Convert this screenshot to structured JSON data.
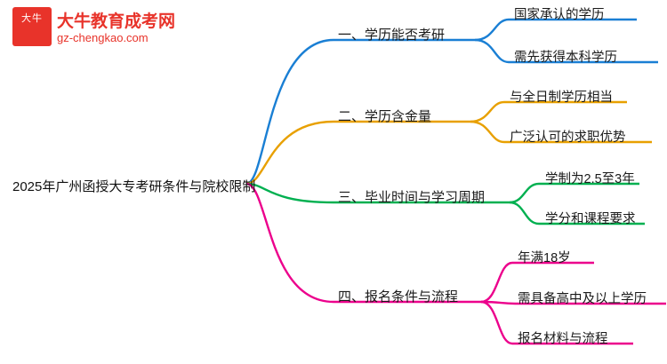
{
  "logo": {
    "mark_text": "大牛",
    "title": "大牛教育成考网",
    "subtitle": "gz-chengkao.com",
    "brand_color": "#e8332a"
  },
  "mindmap": {
    "root": "2025年广州函授大专考研条件与院校限制",
    "branches": [
      {
        "label": "一、学历能否考研",
        "color": "#1a7fd4",
        "children": [
          "国家承认的学历",
          "需先获得本科学历"
        ]
      },
      {
        "label": "二、学历含金量",
        "color": "#e8a000",
        "children": [
          "与全日制学历相当",
          "广泛认可的求职优势"
        ]
      },
      {
        "label": "三、毕业时间与学习周期",
        "color": "#00b050",
        "children": [
          "学制为2.5至3年",
          "学分和课程要求"
        ]
      },
      {
        "label": "四、报名条件与流程",
        "color": "#ec008c",
        "children": [
          "年满18岁",
          "需具备高中及以上学历",
          "报名材料与流程"
        ]
      }
    ]
  }
}
